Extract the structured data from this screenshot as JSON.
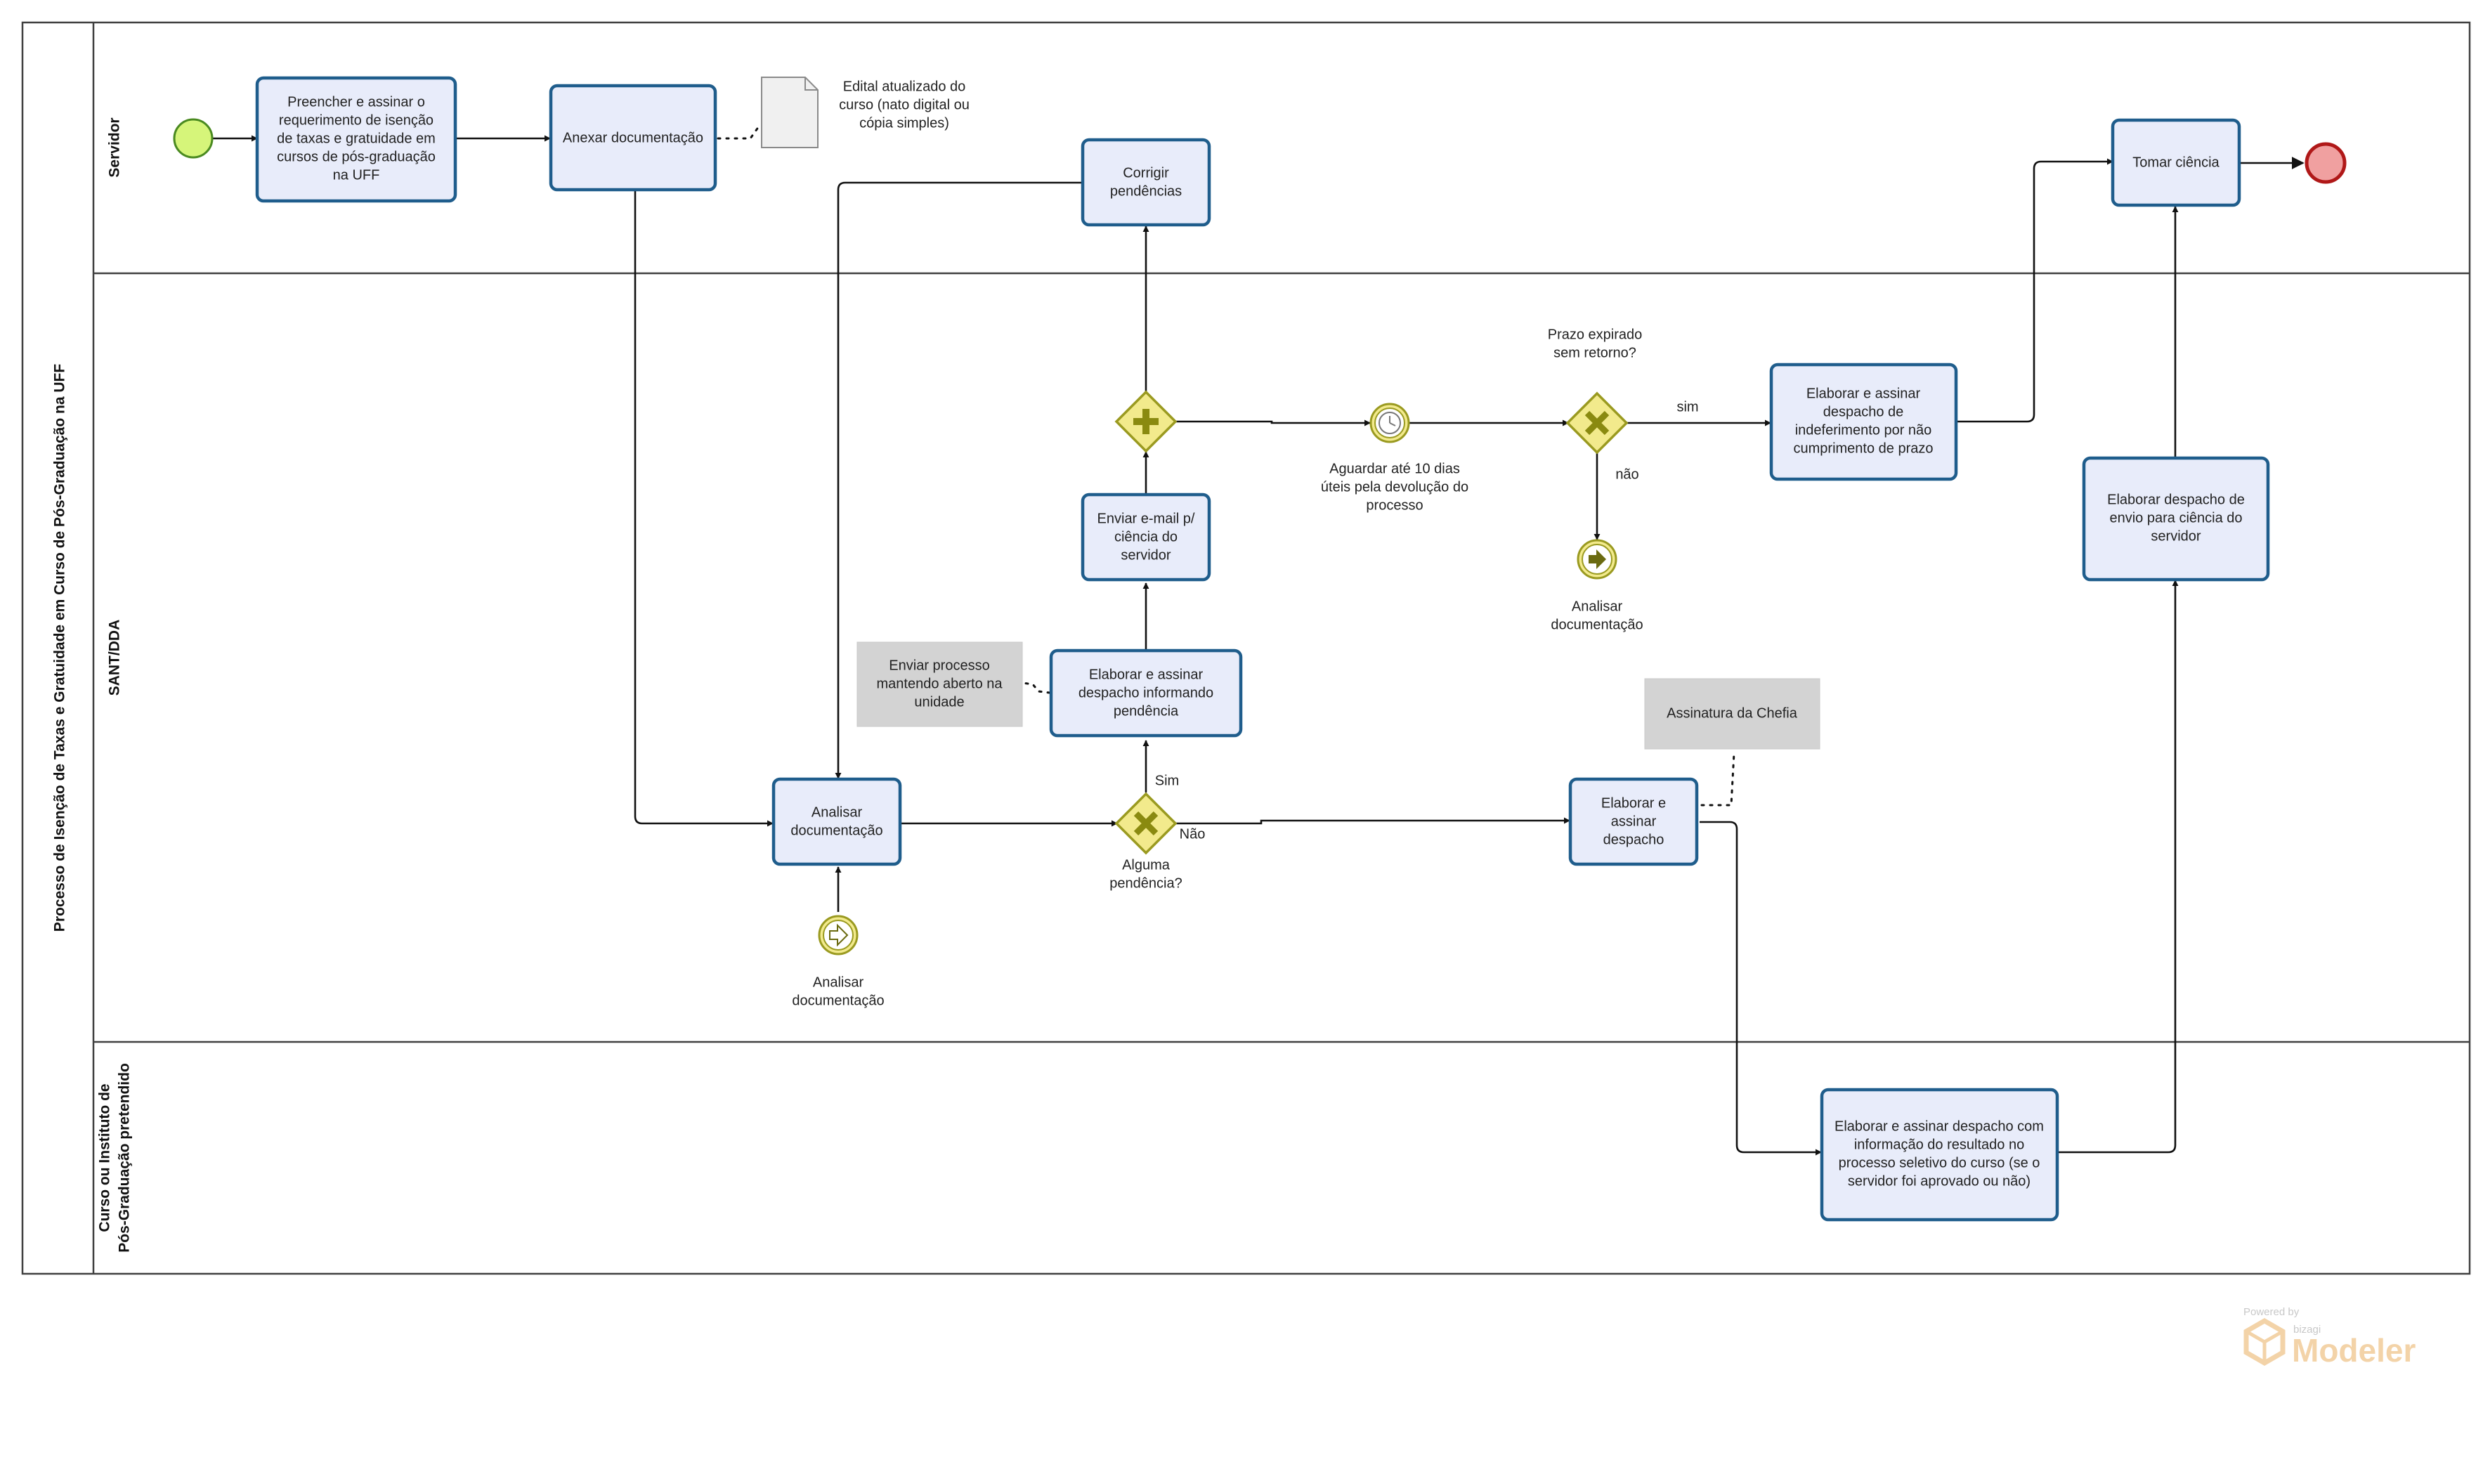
{
  "pool": {
    "title": "Processo de Isenção de Taxas e Gratuidade em Curso de Pós-Graduação na UFF"
  },
  "lanes": {
    "servidor": "Servidor",
    "sant": "SANT/DDA",
    "curso_line1": "Curso ou Instituto de",
    "curso_line2": "Pós-Graduação pretendido"
  },
  "tasks": {
    "preencher": [
      "Preencher e assinar o",
      "requerimento de isenção",
      "de taxas e gratuidade em",
      "cursos de pós-graduação",
      "na UFF"
    ],
    "anexar": [
      "Anexar documentação"
    ],
    "corrigir": [
      "Corrigir",
      "pendências"
    ],
    "tomar": [
      "Tomar ciência"
    ],
    "analisar": [
      "Analisar",
      "documentação"
    ],
    "email": [
      "Enviar e-mail p/",
      "ciência do",
      "servidor"
    ],
    "elaborar_pend": [
      "Elaborar e assinar",
      "despacho informando",
      "pendência"
    ],
    "indeferimento": [
      "Elaborar e assinar",
      "despacho de",
      "indeferimento por não",
      "cumprimento de prazo"
    ],
    "elaborar_desp": [
      "Elaborar e",
      "assinar",
      "despacho"
    ],
    "envio_ciencia": [
      "Elaborar despacho de",
      "envio para ciência do",
      "servidor"
    ],
    "resultado": [
      "Elaborar e assinar despacho com",
      "informação do resultado no",
      "processo seletivo do curso (se o",
      "servidor foi aprovado ou não)"
    ]
  },
  "annotations": {
    "enviar_processo": [
      "Enviar processo",
      "mantendo aberto na",
      "unidade"
    ],
    "assinatura": [
      "Assinatura da Chefia"
    ]
  },
  "data_object": {
    "edital": [
      "Edital atualizado do",
      "curso (nato digital ou",
      "cópia simples)"
    ]
  },
  "labels": {
    "prazo_question": [
      "Prazo expirado",
      "sem retorno?"
    ],
    "sim_lower": "sim",
    "nao_lower": "não",
    "sim_cap": "Sim",
    "nao_cap": "Não",
    "alguma": [
      "Alguma",
      "pendência?"
    ],
    "aguardar": [
      "Aguardar até 10 dias",
      "úteis pela devolução do",
      "processo"
    ],
    "link_throw": [
      "Analisar",
      "documentação"
    ],
    "link_catch": [
      "Analisar",
      "documentação"
    ]
  },
  "branding": {
    "powered": "Powered by",
    "vendor": "bizagi",
    "product": "Modeler"
  },
  "icons": {
    "start_event": "start-event-icon",
    "end_event": "end-event-icon",
    "parallel_gateway": "parallel-gateway-icon",
    "exclusive_gateway": "exclusive-gateway-icon",
    "timer_event": "timer-icon",
    "link_event": "link-event-icon",
    "document": "document-icon"
  },
  "colors": {
    "task_fill": "#e8ecfa",
    "task_border": "#1f5d8c",
    "start_fill": "#d6f57a",
    "end_fill": "#f0a0a0",
    "gateway_fill": "#f2ea8c"
  }
}
